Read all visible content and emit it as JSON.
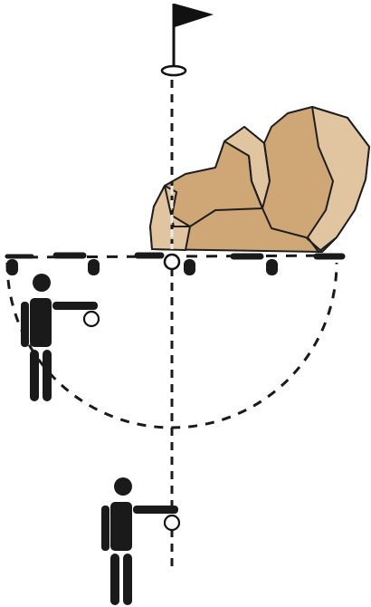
{
  "diagram": {
    "ink_color": "#1a1a1a",
    "flag_color": "#111111",
    "ball_fill": "#ffffff",
    "rock_colors": {
      "mid": "#cfa676",
      "light": "#e1c5a1",
      "outline": "#1e1e1e"
    },
    "elements": [
      {
        "kind": "flag",
        "icon": "golf-flag-icon"
      },
      {
        "kind": "hole",
        "icon": "hole-icon"
      },
      {
        "kind": "line-of-play",
        "style": "dashed"
      },
      {
        "kind": "rock",
        "icon": "boulder-icon"
      },
      {
        "kind": "reference-line",
        "style": "dashed with markers"
      },
      {
        "kind": "ball",
        "icon": "ball-icon"
      },
      {
        "kind": "drop-area",
        "style": "dashed semicircle"
      },
      {
        "kind": "player",
        "icon": "player-dropping-ball-icon",
        "count": 2
      }
    ]
  }
}
